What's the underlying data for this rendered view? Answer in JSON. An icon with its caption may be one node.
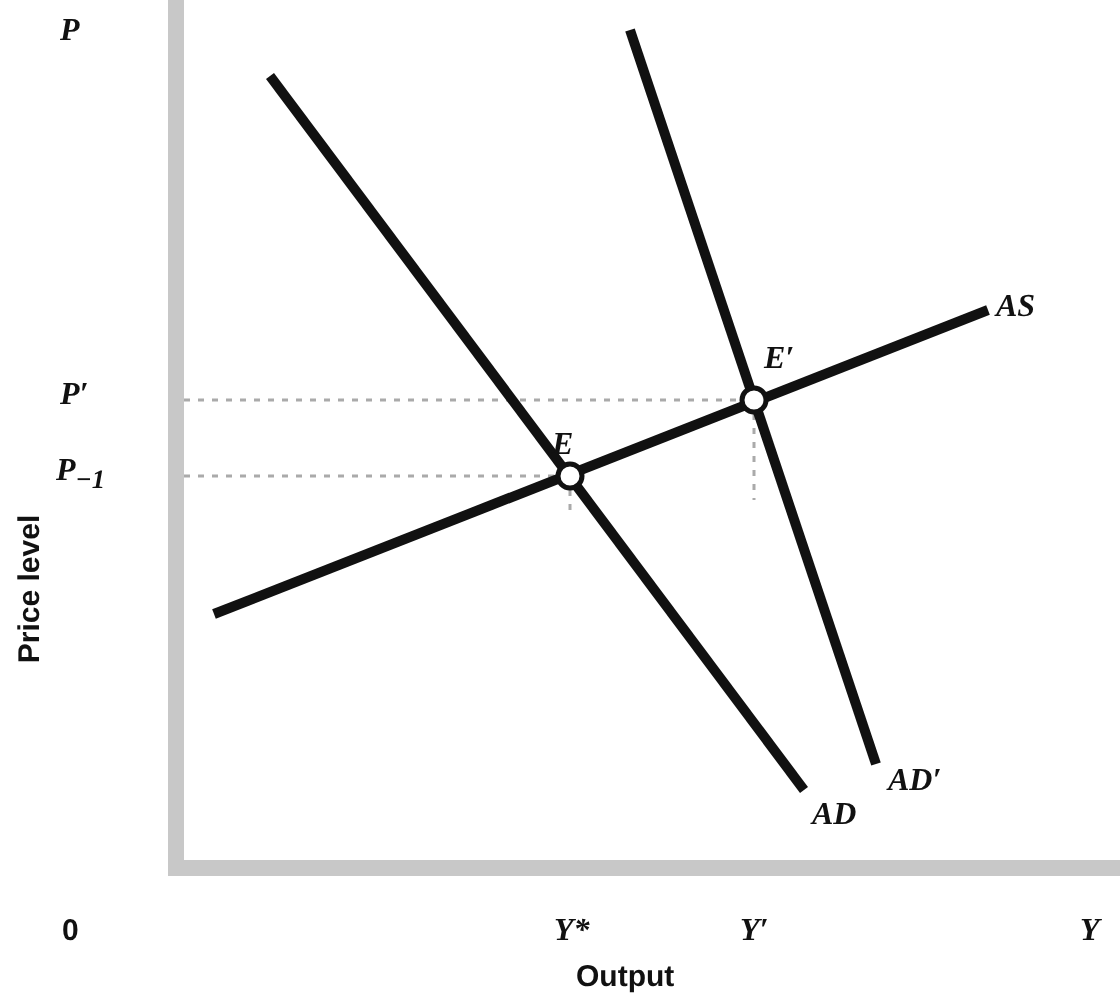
{
  "diagram": {
    "labels": [
      "P",
      "P′",
      "P$_{−1}$",
      "Price level",
      "E′",
      "AS",
      "E",
      "AD′",
      "AD",
      "0",
      "Y*",
      "Y′",
      "Y",
      "Output"
    ]
  }
}
